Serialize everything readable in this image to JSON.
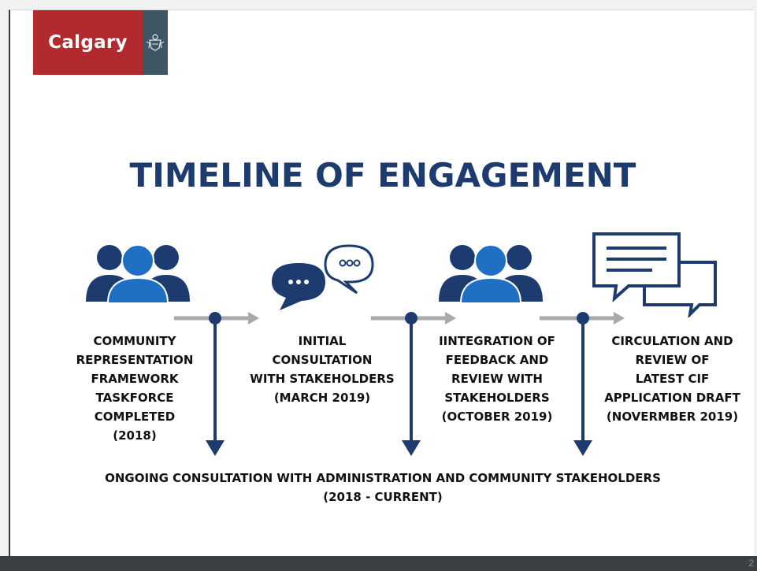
{
  "logo": {
    "text": "Calgary",
    "crest": "city-crest-icon"
  },
  "title": "TIMELINE OF ENGAGEMENT",
  "stages": [
    {
      "icon": "people-group-icon",
      "lines": [
        "COMMUNITY",
        "REPRESENTATION",
        "FRAMEWORK",
        "TASKFORCE",
        "COMPLETED",
        "(2018)"
      ]
    },
    {
      "icon": "speech-bubbles-icon",
      "lines": [
        "INITIAL",
        "CONSULTATION",
        "WITH STAKEHOLDERS",
        "(MARCH 2019)"
      ]
    },
    {
      "icon": "people-group-icon",
      "lines": [
        "IINTEGRATION OF",
        "FEEDBACK AND",
        "REVIEW WITH",
        "STAKEHOLDERS",
        "(OCTOBER 2019)"
      ]
    },
    {
      "icon": "document-messages-icon",
      "lines": [
        "CIRCULATION AND",
        "REVIEW OF",
        "LATEST CIF",
        "APPLICATION DRAFT",
        "(NOVERMBER 2019)"
      ]
    }
  ],
  "ongoing": {
    "line1": "ONGOING CONSULTATION WITH ADMINISTRATION AND COMMUNITY STAKEHOLDERS",
    "line2": "(2018 - CURRENT)"
  },
  "footer": {
    "page": "2"
  },
  "colors": {
    "navy": "#1d3b6e",
    "blue": "#1f6fc5",
    "red": "#b02a2e",
    "arrow_gray": "#a7a9ac"
  }
}
